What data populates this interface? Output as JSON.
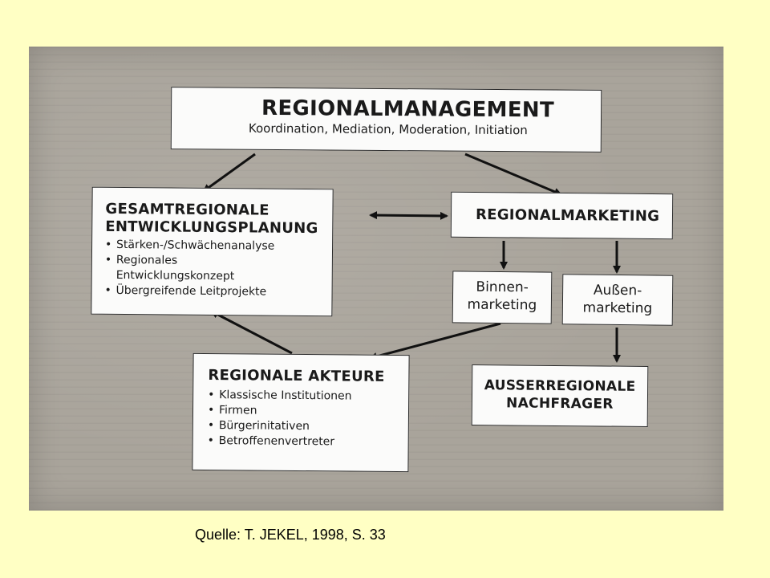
{
  "diagram": {
    "regionalmanagement": {
      "title": "REGIONALMANAGEMENT",
      "subtitle": "Koordination, Mediation, Moderation, Initiation"
    },
    "planung": {
      "title_line1": "GESAMTREGIONALE",
      "title_line2": "ENTWICKLUNGSPLANUNG",
      "items": [
        "Stärken-/Schwächenanalyse",
        "Regionales Entwicklungskonzept",
        "Übergreifende Leitprojekte"
      ]
    },
    "regionalmarketing": {
      "title": "REGIONALMARKETING"
    },
    "binnenmarketing": {
      "line1": "Binnen-",
      "line2": "marketing"
    },
    "aussenmarketing": {
      "line1": "Außen-",
      "line2": "marketing"
    },
    "akteure": {
      "title": "REGIONALE AKTEURE",
      "items": [
        "Klassische Institutionen",
        "Firmen",
        "Bürgerinitativen",
        "Betroffenenvertreter"
      ]
    },
    "nachfrager": {
      "line1": "AUSSERREGIONALE",
      "line2": "NACHFRAGER"
    }
  },
  "caption": "Quelle: T. JEKEL, 1998, S. 33",
  "colors": {
    "page_background": "#ffffc4",
    "scan_background": "#a9a49b",
    "box_fill": "#fbfbfa",
    "arrow": "#111111"
  }
}
